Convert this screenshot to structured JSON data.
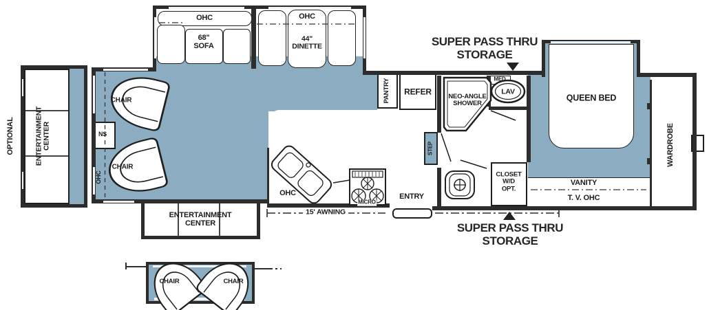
{
  "colors": {
    "floor_blue": "#8cadc1",
    "wall_dark": "#2d2d2d",
    "label_ink": "#1c1c1c"
  },
  "plan": {
    "option_left": {
      "optional": "OPTIONAL",
      "ent1": "ENTERTAINMENT",
      "ent2": "CENTER"
    },
    "top_slide": {
      "sofa_ohc": "OHC",
      "sofa_size": "68\"",
      "sofa_word": "SOFA",
      "dinette_ohc": "OHC",
      "dinette_size": "44\"",
      "dinette_word": "DINETTE"
    },
    "living": {
      "chair": "CHAIR",
      "ns": "NS",
      "side_ohc": "OHC"
    },
    "bottom_slide": {
      "ent1": "ENTERTAINMENT",
      "ent2": "CENTER"
    },
    "kitchen": {
      "ohc": "OHC",
      "micro": "MICRO",
      "entry": "ENTRY",
      "awning": "15' AWNING",
      "pantry": "PANTRY",
      "refer": "REFER"
    },
    "bath": {
      "shower1": "NEO-ANGLE",
      "shower2": "SHOWER",
      "med": "MED",
      "lav": "LAV",
      "step": "STEP",
      "closet1": "CLOSET",
      "closet2": "W/D",
      "closet3": "OPT."
    },
    "bedroom": {
      "bed": "QUEEN BED",
      "wardrobe": "WARDROBE",
      "vanity": "VANITY",
      "tv_ohc": "T. V. OHC"
    },
    "storage_top": {
      "l1": "SUPER PASS THRU",
      "l2": "STORAGE"
    },
    "storage_bottom": {
      "l1": "SUPER PASS THRU",
      "l2": "STORAGE"
    },
    "option_slide": {
      "chair": "CHAIR"
    }
  }
}
